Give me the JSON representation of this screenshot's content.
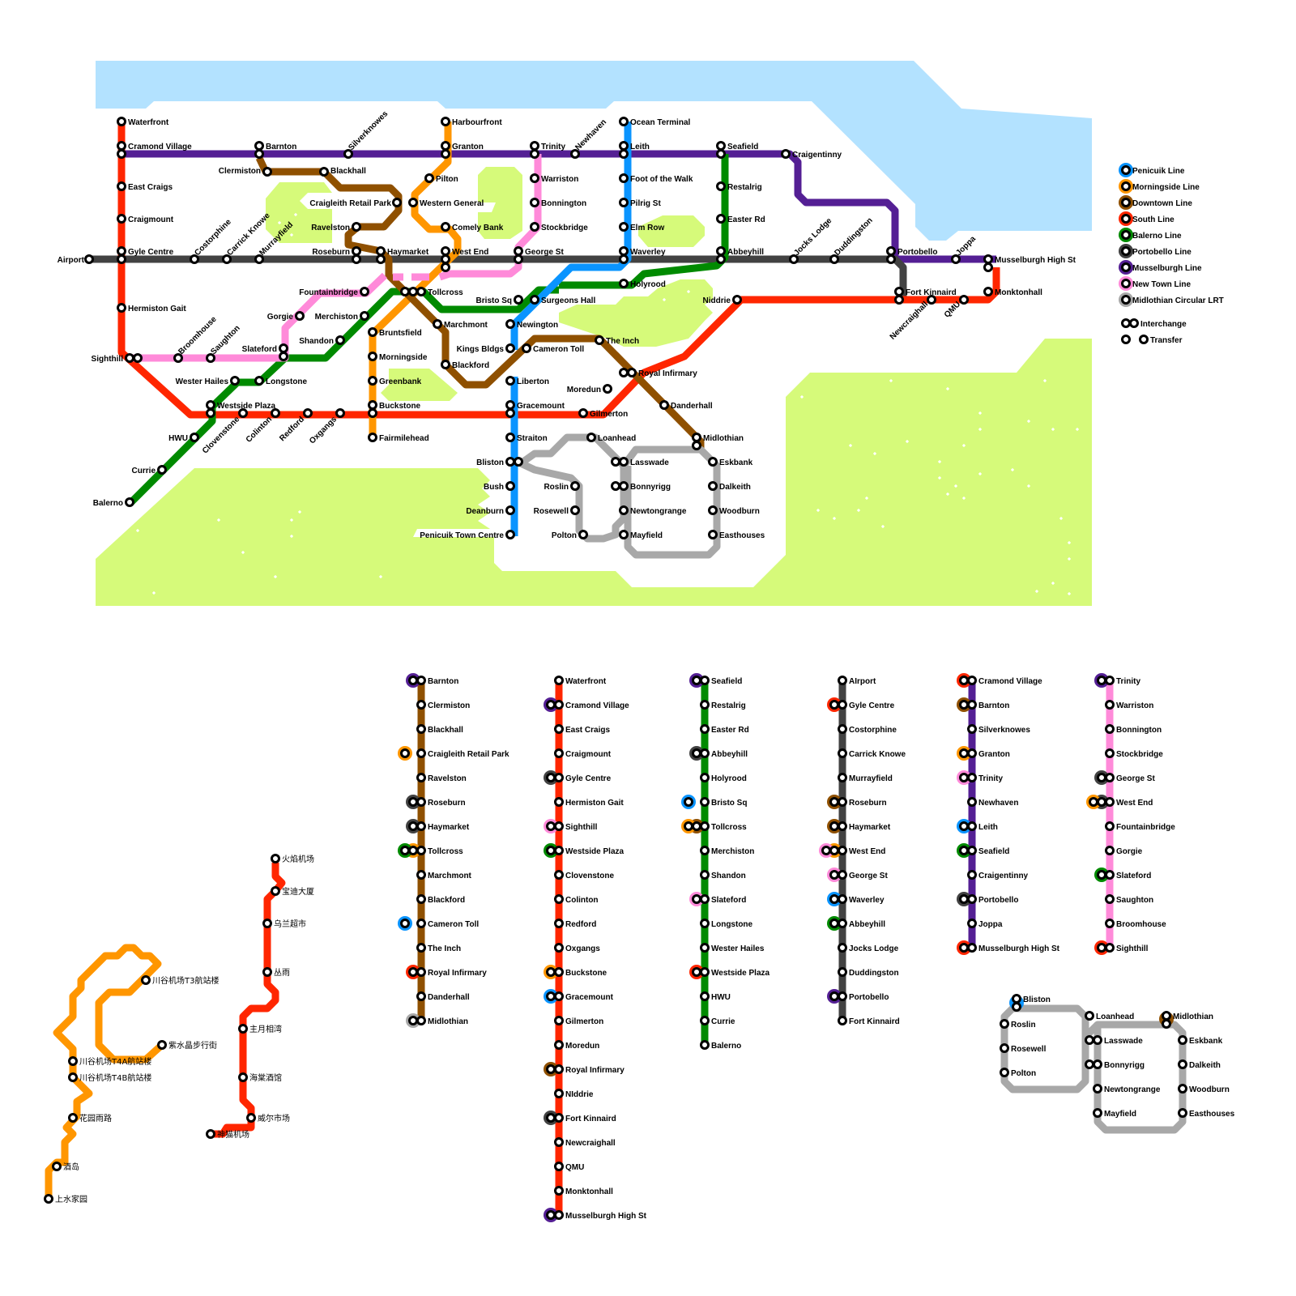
{
  "colors": {
    "penicuik": "#0a94ff",
    "morningside": "#ff9600",
    "downtown": "#8f5000",
    "south": "#ff2600",
    "balerno": "#008a00",
    "portobello": "#424242",
    "musselburgh": "#541f94",
    "newtown": "#ff8ad9",
    "midlothian": "#a8a8a8",
    "water": "#b3e2ff",
    "park": "#d6fa7a"
  },
  "legend": {
    "lines": [
      {
        "key": "penicuik",
        "label": "Penicuik Line"
      },
      {
        "key": "morningside",
        "label": "Morningside Line"
      },
      {
        "key": "downtown",
        "label": "Downtown Line"
      },
      {
        "key": "south",
        "label": "South Line"
      },
      {
        "key": "balerno",
        "label": "Balerno Line"
      },
      {
        "key": "portobello",
        "label": "Portobello Line"
      },
      {
        "key": "musselburgh",
        "label": "Musselburgh Line"
      },
      {
        "key": "newtown",
        "label": "New Town Line"
      },
      {
        "key": "midlothian",
        "label": "Midlothian Circular LRT"
      }
    ],
    "interchange_label": "Interchange",
    "transfer_label": "Transfer"
  },
  "map_labels": {
    "waterfront": "Waterfront",
    "cramond_village": "Cramond Village",
    "east_craigs": "East Craigs",
    "craigmount": "Craigmount",
    "gyle_centre": "Gyle Centre",
    "airport": "Airport",
    "hermiston_gait": "Hermiston Gait",
    "sighthill": "Sighthill",
    "barnton": "Barnton",
    "clermiston": "Clermiston",
    "blackhall": "Blackhall",
    "silverknowes": "Silverknowes",
    "craigleith": "Craigleith Retail Park",
    "ravelston": "Ravelston",
    "roseburn": "Roseburn",
    "haymarket": "Haymarket",
    "costorphine": "Costorphine",
    "carrick_knowe": "Carrick Knowe",
    "murrayfield": "Murrayfield",
    "harbourfront": "Harbourfront",
    "granton": "Granton",
    "pilton": "Pilton",
    "western_general": "Western General",
    "comely_bank": "Comely Bank",
    "west_end": "West End",
    "tollcross": "Tollcross",
    "trinity": "Trinity",
    "newhaven": "Newhaven",
    "warriston": "Warriston",
    "bonnington": "Bonnington",
    "stockbridge": "Stockbridge",
    "george_st": "George St",
    "ocean_terminal": "Ocean Terminal",
    "leith": "Leith",
    "foot_of_walk": "Foot of the Walk",
    "pilrig_st": "Pilrig St",
    "elm_row": "Elm Row",
    "waverley": "Waverley",
    "holyrood": "Holyrood",
    "seafield": "Seafield",
    "restalrig": "Restalrig",
    "easter_rd": "Easter Rd",
    "abbeyhill": "Abbeyhill",
    "craigentinny": "Craigentinny",
    "jocks_lodge": "Jocks Lodge",
    "duddingston": "Duddingston",
    "portobello": "Portobello",
    "joppa": "Joppa",
    "musselburgh": "Musselburgh High St",
    "monktonhall": "Monktonhall",
    "fort_kinnaird": "Fort Kinnaird",
    "newcraighall": "Newcraighall",
    "qmu": "QMU",
    "niddrie": "Niddrie",
    "fountainbridge": "Fountainbridge",
    "gorgie": "Gorgie",
    "merchiston": "Merchiston",
    "shandon": "Shandon",
    "slateford": "Slateford",
    "broomhouse": "Broomhouse",
    "saughton": "Saughton",
    "wester_hailes": "Wester Hailes",
    "longstone": "Longstone",
    "westside_plaza": "Westside Plaza",
    "hwu": "HWU",
    "currie": "Currie",
    "balerno": "Balerno",
    "clovenstone": "Clovenstone",
    "colinton": "Colinton",
    "redford": "Redford",
    "oxgangs": "Oxgangs",
    "bruntsfield": "Bruntsfield",
    "morningside": "Morningside",
    "greenbank": "Greenbank",
    "buckstone": "Buckstone",
    "fairmilehead": "Fairmilehead",
    "marchmont": "Marchmont",
    "blackford": "Blackford",
    "bristo_sq": "Bristo Sq",
    "surgeons_hall": "Surgeons Hall",
    "newington": "Newington",
    "kings_bldgs": "Kings Bldgs",
    "cameron_toll": "Cameron Toll",
    "the_inch": "The Inch",
    "liberton": "Liberton",
    "gracemount": "Gracemount",
    "straiton": "Straiton",
    "bliston": "Bliston",
    "bush": "Bush",
    "deanburn": "Deanburn",
    "penicuik": "Penicuik Town Centre",
    "moredun": "Moredun",
    "gilmerton": "Gilmerton",
    "royal_infirmary": "Royal Infirmary",
    "danderhall": "Danderhall",
    "midlothian": "Midlothian",
    "loanhead": "Loanhead",
    "roslin": "Roslin",
    "rosewell": "Rosewell",
    "polton": "Polton",
    "lasswade": "Lasswade",
    "bonnyrigg": "Bonnyrigg",
    "newtongrange": "Newtongrange",
    "mayfield": "Mayfield",
    "eskbank": "Eskbank",
    "dalkeith": "Dalkeith",
    "woodburn": "Woodburn",
    "easthouses": "Easthouses"
  },
  "strip_maps": {
    "downtown": [
      {
        "name": "Barnton",
        "x": [
          "musselburgh"
        ]
      },
      {
        "name": "Clermiston"
      },
      {
        "name": "Blackhall"
      },
      {
        "name": "Craigleith Retail Park",
        "t": [
          "morningside"
        ]
      },
      {
        "name": "Ravelston"
      },
      {
        "name": "Roseburn",
        "x": [
          "portobello"
        ]
      },
      {
        "name": "Haymarket",
        "x": [
          "portobello"
        ]
      },
      {
        "name": "Tollcross",
        "x": [
          "morningside",
          "balerno"
        ]
      },
      {
        "name": "Marchmont"
      },
      {
        "name": "Blackford"
      },
      {
        "name": "Cameron Toll",
        "t": [
          "penicuik"
        ]
      },
      {
        "name": "The Inch"
      },
      {
        "name": "Royal Infirmary",
        "x": [
          "south"
        ]
      },
      {
        "name": "Danderhall"
      },
      {
        "name": "Midlothian",
        "x": [
          "midlothian"
        ]
      }
    ],
    "south": [
      {
        "name": "Waterfront"
      },
      {
        "name": "Cramond Village",
        "x": [
          "musselburgh"
        ]
      },
      {
        "name": "East Craigs"
      },
      {
        "name": "Craigmount"
      },
      {
        "name": "Gyle Centre",
        "x": [
          "portobello"
        ]
      },
      {
        "name": "Hermiston Gait"
      },
      {
        "name": "Sighthill",
        "x": [
          "newtown"
        ]
      },
      {
        "name": "Westside Plaza",
        "x": [
          "balerno"
        ]
      },
      {
        "name": "Clovenstone"
      },
      {
        "name": "Colinton"
      },
      {
        "name": "Redford"
      },
      {
        "name": "Oxgangs"
      },
      {
        "name": "Buckstone",
        "x": [
          "morningside"
        ]
      },
      {
        "name": "Gracemount",
        "x": [
          "penicuik"
        ]
      },
      {
        "name": "Gilmerton"
      },
      {
        "name": "Moredun"
      },
      {
        "name": "Royal Infirmary",
        "x": [
          "downtown"
        ]
      },
      {
        "name": "NIddrie"
      },
      {
        "name": "Fort Kinnaird",
        "x": [
          "portobello"
        ]
      },
      {
        "name": "Newcraighall"
      },
      {
        "name": "QMU"
      },
      {
        "name": "Monktonhall"
      },
      {
        "name": "Musselburgh High St",
        "x": [
          "musselburgh"
        ]
      }
    ],
    "balerno": [
      {
        "name": "Seafield",
        "x": [
          "musselburgh"
        ]
      },
      {
        "name": "Restalrig"
      },
      {
        "name": "Easter Rd"
      },
      {
        "name": "Abbeyhill",
        "x": [
          "portobello"
        ]
      },
      {
        "name": "Holyrood"
      },
      {
        "name": "Bristo Sq",
        "t": [
          "penicuik"
        ]
      },
      {
        "name": "Tollcross",
        "x": [
          "downtown",
          "morningside"
        ]
      },
      {
        "name": "Merchiston"
      },
      {
        "name": "Shandon"
      },
      {
        "name": "Slateford",
        "x": [
          "newtown"
        ]
      },
      {
        "name": "Longstone"
      },
      {
        "name": "Wester Hailes"
      },
      {
        "name": "Westside Plaza",
        "x": [
          "south"
        ]
      },
      {
        "name": "HWU"
      },
      {
        "name": "Currie"
      },
      {
        "name": "Balerno"
      }
    ],
    "portobello": [
      {
        "name": "AIrport"
      },
      {
        "name": "Gyle Centre",
        "x": [
          "south"
        ]
      },
      {
        "name": "Costorphine"
      },
      {
        "name": "Carrick Knowe"
      },
      {
        "name": "Murrayfield"
      },
      {
        "name": "Roseburn",
        "x": [
          "downtown"
        ]
      },
      {
        "name": "Haymarket",
        "x": [
          "downtown"
        ]
      },
      {
        "name": "West End",
        "x": [
          "morningside",
          "newtown"
        ]
      },
      {
        "name": "George St",
        "x": [
          "newtown"
        ]
      },
      {
        "name": "Waverley",
        "x": [
          "penicuik"
        ]
      },
      {
        "name": "Abbeyhill",
        "x": [
          "balerno"
        ]
      },
      {
        "name": "Jocks Lodge"
      },
      {
        "name": "Duddingston"
      },
      {
        "name": "Portobello",
        "x": [
          "musselburgh"
        ]
      },
      {
        "name": "Fort Kinnaird"
      }
    ],
    "musselburgh": [
      {
        "name": "Cramond Village",
        "x": [
          "south"
        ]
      },
      {
        "name": "Barnton",
        "x": [
          "downtown"
        ]
      },
      {
        "name": "Silverknowes"
      },
      {
        "name": "Granton",
        "x": [
          "morningside"
        ]
      },
      {
        "name": "Trinity",
        "x": [
          "newtown"
        ]
      },
      {
        "name": "Newhaven"
      },
      {
        "name": "Leith",
        "x": [
          "penicuik"
        ]
      },
      {
        "name": "Seafield",
        "x": [
          "balerno"
        ]
      },
      {
        "name": "Craigentinny"
      },
      {
        "name": "Portobello",
        "x": [
          "portobello"
        ]
      },
      {
        "name": "Joppa"
      },
      {
        "name": "Musselburgh High St",
        "x": [
          "south"
        ]
      }
    ],
    "newtown": [
      {
        "name": "Trinity",
        "x": [
          "musselburgh"
        ]
      },
      {
        "name": "Warriston"
      },
      {
        "name": "Bonnington"
      },
      {
        "name": "Stockbridge"
      },
      {
        "name": "George St",
        "x": [
          "portobello"
        ]
      },
      {
        "name": "West End",
        "x": [
          "portobello",
          "morningside"
        ]
      },
      {
        "name": "Fountainbridge"
      },
      {
        "name": "Gorgie"
      },
      {
        "name": "Slateford",
        "x": [
          "balerno"
        ]
      },
      {
        "name": "Saughton"
      },
      {
        "name": "Broomhouse"
      },
      {
        "name": "Sighthill",
        "x": [
          "south"
        ]
      }
    ],
    "midlothian_loop": {
      "bliston": "Bliston",
      "roslin": "Roslin",
      "rosewell": "Rosewell",
      "polton": "Polton",
      "loanhead": "Loanhead",
      "lasswade": "Lasswade",
      "bonnyrigg": "Bonnyrigg",
      "newtongrange": "Newtongrange",
      "mayfield": "Mayfield",
      "midlothian": "Midlothian",
      "eskbank": "Eskbank",
      "dalkeith": "Dalkeith",
      "woodburn": "Woodburn",
      "easthouses": "Easthouses"
    }
  },
  "cn_orange": [
    "川谷机场T3航站楼",
    "紫水晶步行街",
    "川谷机场T4A航站楼",
    "川谷机场T4B航站楼",
    "花园雨路",
    "酒岛",
    "上水家园"
  ],
  "cn_red": [
    "火焰机场",
    "宝迪大厦",
    "乌兰超市",
    "丛雨",
    "主月相湾",
    "海棠酒馆",
    "威尔市场",
    "神猫机场"
  ]
}
